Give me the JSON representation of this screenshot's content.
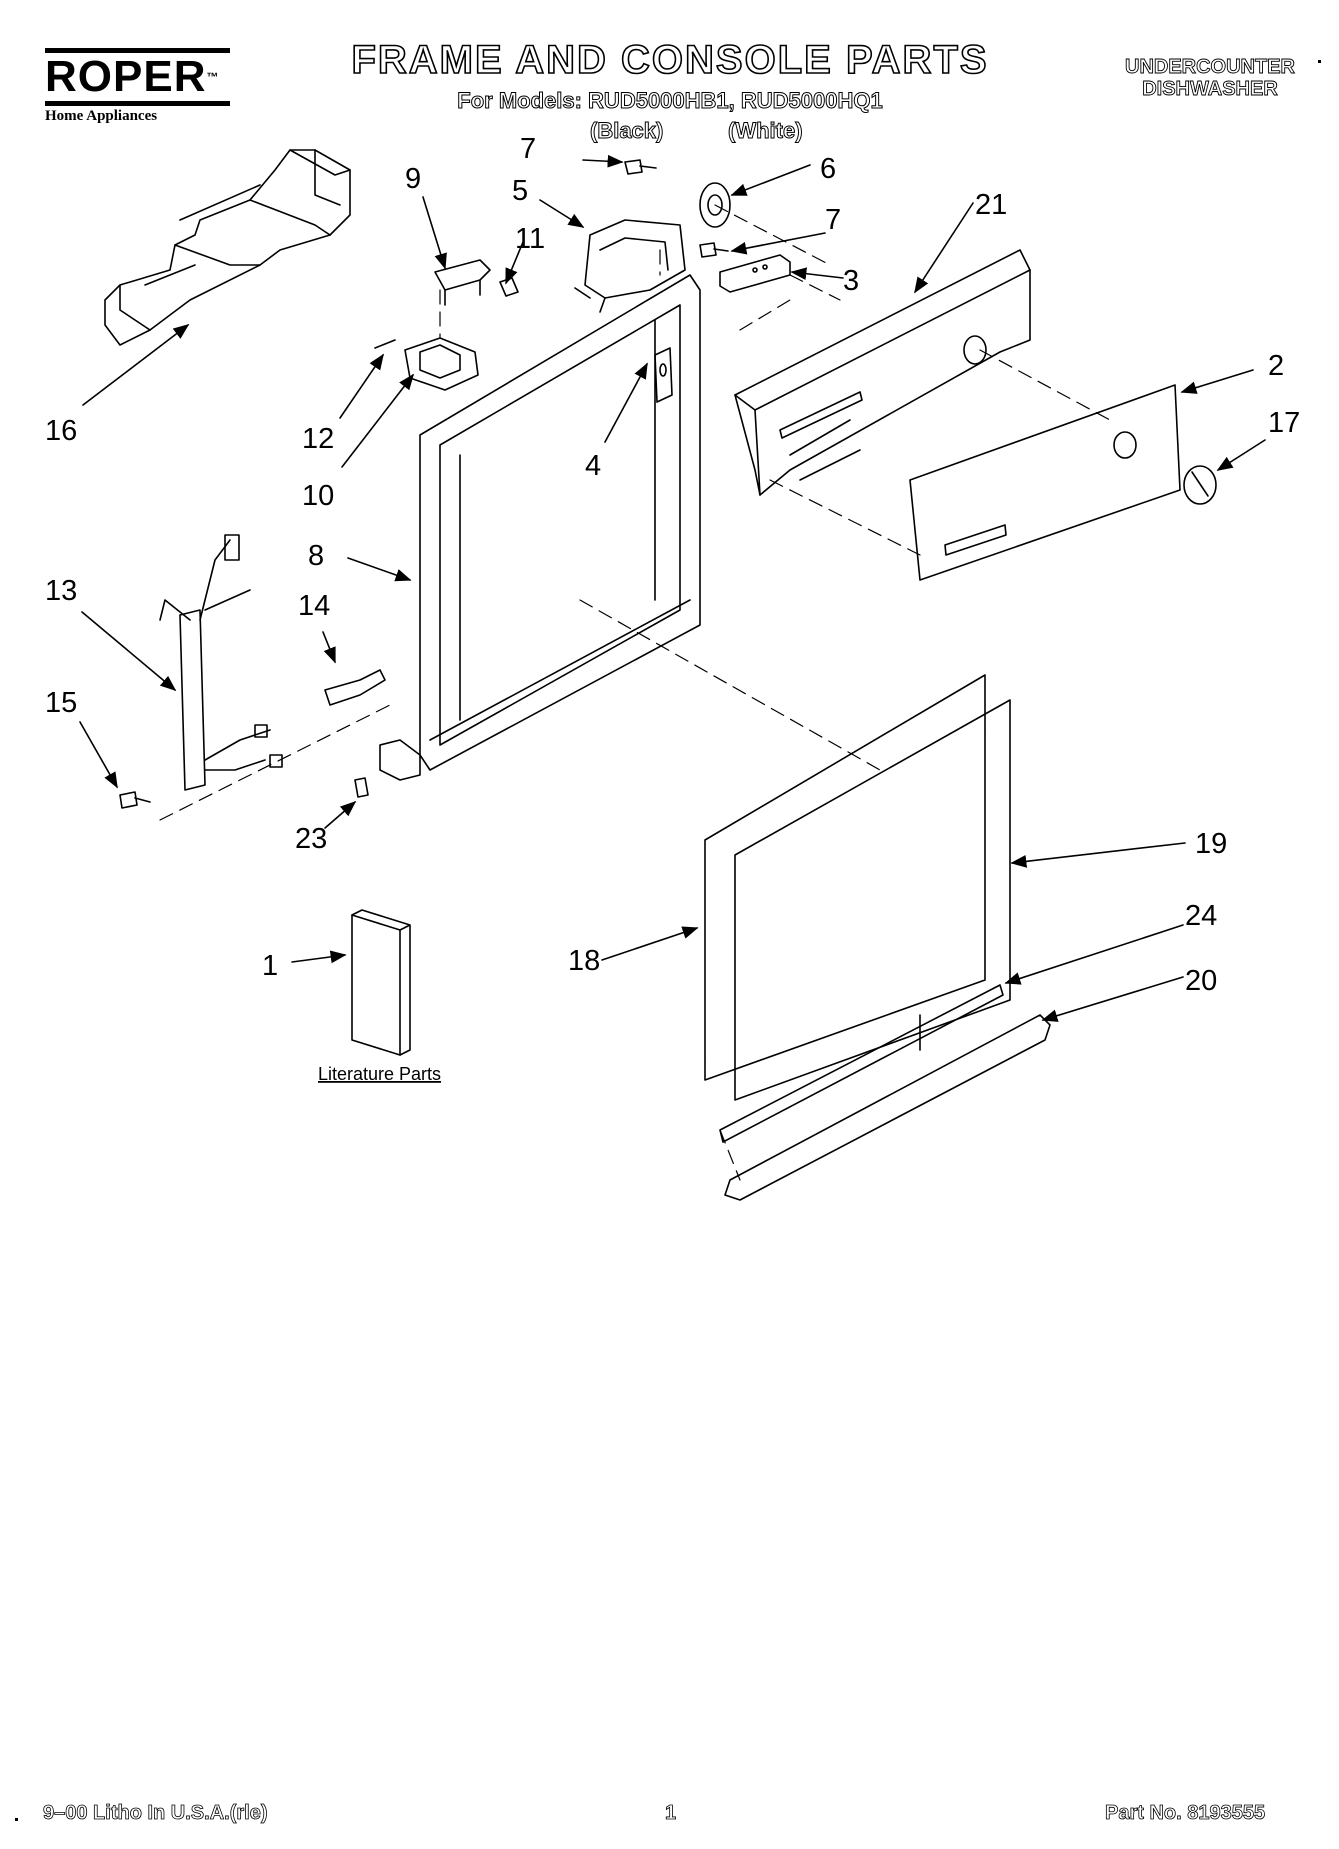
{
  "brand": {
    "name": "ROPER",
    "tm": "™",
    "tagline": "Home Appliances"
  },
  "header": {
    "title": "FRAME AND CONSOLE PARTS",
    "models_line": "For Models: RUD5000HB1, RUD5000HQ1",
    "color_black": "(Black)",
    "color_white": "(White)",
    "product_line1": "UNDERCOUNTER",
    "product_line2": "DISHWASHER"
  },
  "callouts": [
    "7",
    "6",
    "9",
    "5",
    "11",
    "7",
    "21",
    "3",
    "2",
    "17",
    "16",
    "12",
    "10",
    "4",
    "8",
    "13",
    "14",
    "15",
    "23",
    "19",
    "24",
    "18",
    "1",
    "20"
  ],
  "literature_label": "Literature Parts",
  "footer": {
    "litho": "9–00 Litho In U.S.A.(rle)",
    "page": "1",
    "part_no": "Part No. 8193555"
  }
}
